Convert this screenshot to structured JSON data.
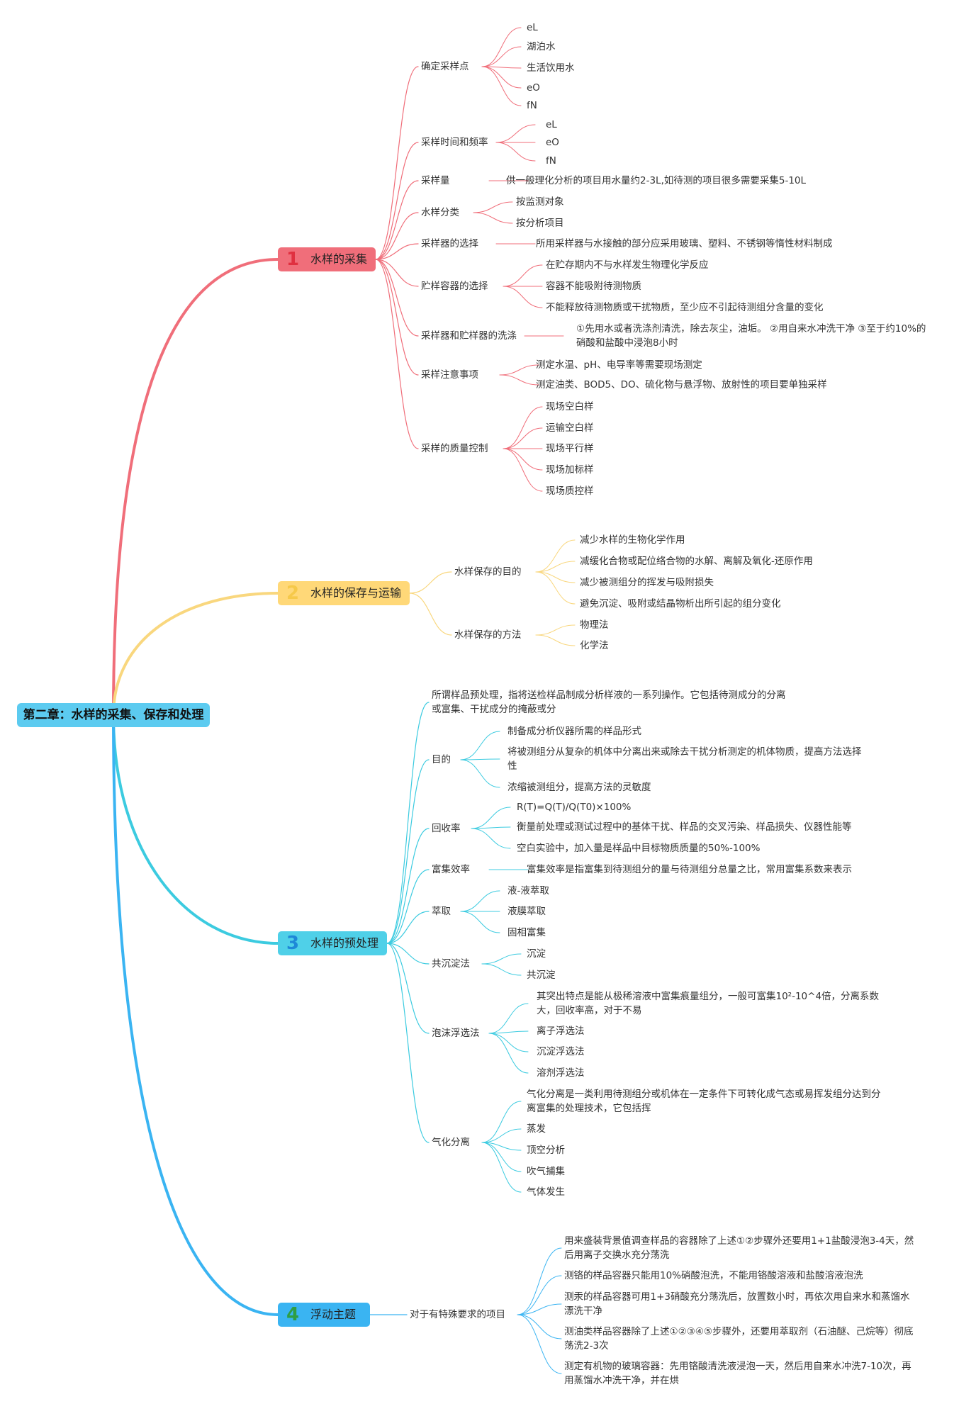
{
  "root": {
    "title": "第二章：水样的采集、保存和处理",
    "color": "#5ccbf0"
  },
  "branches": [
    {
      "number": "1",
      "title": "水样的采集",
      "color": "#f06e7a",
      "line_color": "#f06e7a",
      "topics": [
        {
          "label": "确定采样点",
          "children": [
            "eL",
            "湖泊水",
            "生活饮用水",
            "eO",
            "fN"
          ]
        },
        {
          "label": "采样时间和频率",
          "children": [
            "eL",
            "eO",
            "fN"
          ]
        },
        {
          "label": "采样量",
          "children": [
            "供一般理化分析的项目用水量约2-3L,如待测的项目很多需要采集5-10L"
          ]
        },
        {
          "label": "水样分类",
          "children": [
            "按监测对象",
            "按分析项目"
          ]
        },
        {
          "label": "采样器的选择",
          "children": [
            "所用采样器与水接触的部分应采用玻璃、塑料、不锈钢等惰性材料制成"
          ]
        },
        {
          "label": "贮样容器的选择",
          "children": [
            "在贮存期内不与水样发生物理化学反应",
            "容器不能吸附待测物质",
            "不能释放待测物质或干扰物质，至少应不引起待测组分含量的变化"
          ]
        },
        {
          "label": "采样器和贮样器的洗涤",
          "children": [
            "①先用水或者洗涤剂清洗，除去灰尘，油垢。 ②用自来水冲洗干净 ③至于约10%的硝酸和盐酸中浸泡8小时"
          ]
        },
        {
          "label": "采样注意事项",
          "children": [
            "测定水温、pH、电导率等需要现场测定",
            "测定油类、BOD5、DO、硫化物与悬浮物、放射性的项目要单独采样"
          ]
        },
        {
          "label": "采样的质量控制",
          "children": [
            "现场空白样",
            "运输空白样",
            "现场平行样",
            "现场加标样",
            "现场质控样"
          ]
        }
      ]
    },
    {
      "number": "2",
      "title": "水样的保存与运输",
      "color": "#ffd878",
      "line_color": "#f9d77e",
      "topics": [
        {
          "label": "水样保存的目的",
          "children": [
            "减少水样的生物化学作用",
            "减缓化合物或配位络合物的水解、离解及氧化-还原作用",
            "减少被测组分的挥发与吸附损失",
            "避免沉淀、吸附或结晶物析出所引起的组分变化"
          ]
        },
        {
          "label": "水样保存的方法",
          "children": [
            "物理法",
            "化学法"
          ]
        }
      ]
    },
    {
      "number": "3",
      "title": "水样的预处理",
      "color": "#4fd0e8",
      "line_color": "#3ccbe0",
      "topics": [
        {
          "label": "所谓样品预处理，指将送检样品制成分析样液的一系列操作。它包括待测成分的分离或富集、干扰成分的掩蔽或分",
          "children": []
        },
        {
          "label": "目的",
          "children": [
            "制备成分析仪器所需的样品形式",
            "将被测组分从复杂的机体中分离出来或除去干扰分析测定的机体物质，提高方法选择性",
            "浓缩被测组分，提高方法的灵敏度"
          ]
        },
        {
          "label": "回收率",
          "children": [
            "R(T)=Q(T)/Q(T0)×100%",
            "衡量前处理或测试过程中的基体干扰、样品的交叉污染、样品损失、仪器性能等",
            "空白实验中，加入量是样品中目标物质质量的50%-100%"
          ]
        },
        {
          "label": "富集效率",
          "children": [
            "富集效率是指富集到待测组分的量与待测组分总量之比，常用富集系数来表示"
          ]
        },
        {
          "label": "萃取",
          "children": [
            "液-液萃取",
            "液膜萃取",
            "固相富集"
          ]
        },
        {
          "label": "共沉淀法",
          "children": [
            "沉淀",
            "共沉淀"
          ]
        },
        {
          "label": "泡沫浮选法",
          "children": [
            "其突出特点是能从极稀溶液中富集痕量组分，一般可富集10²-10^4倍，分离系数大，回收率高，对于不易",
            "离子浮选法",
            "沉淀浮选法",
            "溶剂浮选法"
          ]
        },
        {
          "label": "气化分离",
          "children": [
            "气化分离是一类利用待测组分或机体在一定条件下可转化成气态或易挥发组分达到分离富集的处理技术，它包括挥",
            "蒸发",
            "顶空分析",
            "吹气捕集",
            "气体发生"
          ]
        }
      ]
    },
    {
      "number": "4",
      "title": "浮动主题",
      "color": "#3ab4f2",
      "line_color": "#3ab4f2",
      "number_color": "#2f9e44",
      "topics": [
        {
          "label": "对于有特殊要求的项目",
          "children": [
            "用来盛装背景值调查样品的容器除了上述①②步骤外还要用1+1盐酸浸泡3-4天，然后用离子交换水充分荡洗",
            "测铬的样品容器只能用10%硝酸泡洗，不能用铬酸溶液和盐酸溶液泡洗",
            "测汞的样品容器可用1+3硝酸充分荡洗后，放置数小时，再依次用自来水和蒸馏水漂洗干净",
            "测油类样品容器除了上述①②③④⑤步骤外，还要用萃取剂（石油醚、己烷等）彻底荡洗2-3次",
            "测定有机物的玻璃容器：先用铬酸清洗液浸泡一天，然后用自来水冲洗7-10次，再用蒸馏水冲洗干净，并在烘"
          ]
        }
      ]
    }
  ]
}
